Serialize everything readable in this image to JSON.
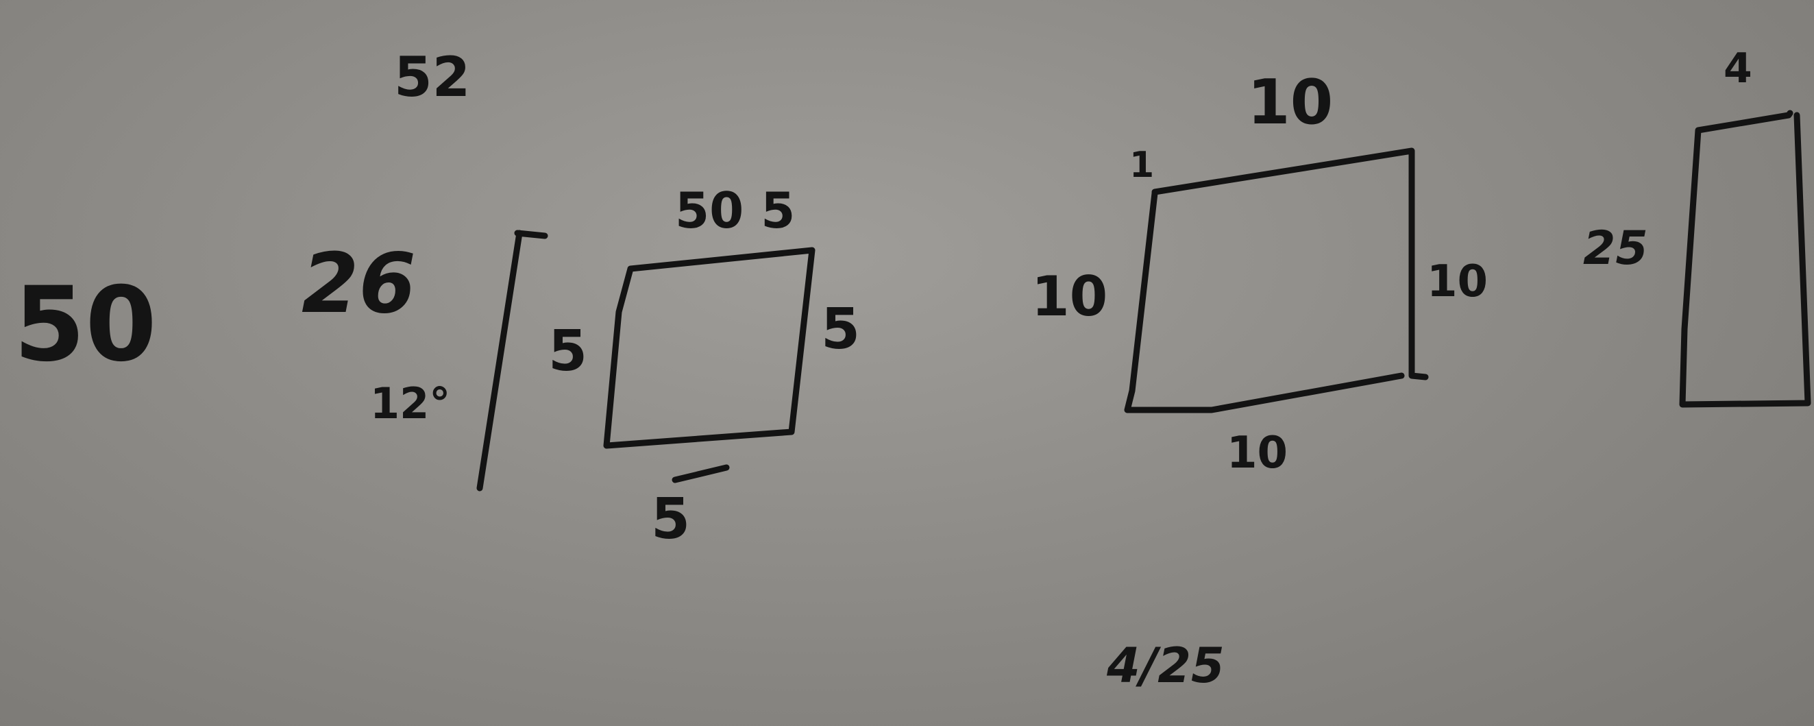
{
  "photo": {
    "subject": "whiteboard-sketch",
    "ink_color": "#141414",
    "board_color": "#8e8c88"
  },
  "labels": {
    "top_52": "52",
    "left_50": "50",
    "label_26": "26",
    "label_12": "12°",
    "square_top": "50 5",
    "square_left": "5",
    "square_right": "5",
    "square_bottom": "5",
    "rect_tick": "1",
    "rect_top": "10",
    "rect_left": "10",
    "rect_right": "10",
    "rect_bottom": "10",
    "tall_top": "4",
    "tall_left": "25",
    "fraction": "4/25"
  }
}
